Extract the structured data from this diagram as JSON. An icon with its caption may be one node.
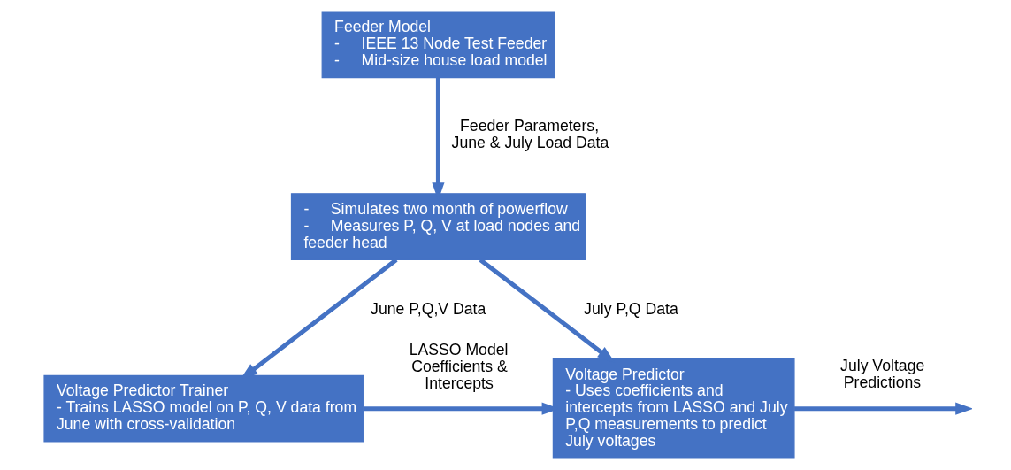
{
  "diagram": {
    "nodes": [
      {
        "text": [
          "Feeder Model",
          "-     IEEE 13 Node Test Feeder",
          "-     Mid-size house load model"
        ]
      },
      {
        "text": [
          "-     Simulates two month of powerflow",
          "-     Measures P, Q, V at load nodes and feeder head"
        ]
      },
      {
        "text": [
          "Voltage Predictor Trainer",
          "- Trains LASSO model on P, Q, V data from June with cross-validation"
        ]
      },
      {
        "text": [
          "Voltage Predictor",
          "- Uses coefficients and intercepts from LASSO and July P,Q measurements to predict July voltages"
        ]
      }
    ],
    "edges": [
      {
        "from": 0,
        "to": 1,
        "arrow": "to",
        "label": "Feeder Parameters, June & July Load Data"
      },
      {
        "from": 1,
        "to": 2,
        "arrow": "to",
        "label": "June P,Q,V Data"
      },
      {
        "from": 1,
        "to": 3,
        "arrow": "to",
        "label": "July P,Q Data"
      },
      {
        "from": 2,
        "to": 3,
        "arrow": "to",
        "label": "LASSO Model Coefficients & Intercepts"
      },
      {
        "from": 3,
        "to": null,
        "arrow": "to",
        "label": "July Voltage Predictions"
      }
    ]
  }
}
